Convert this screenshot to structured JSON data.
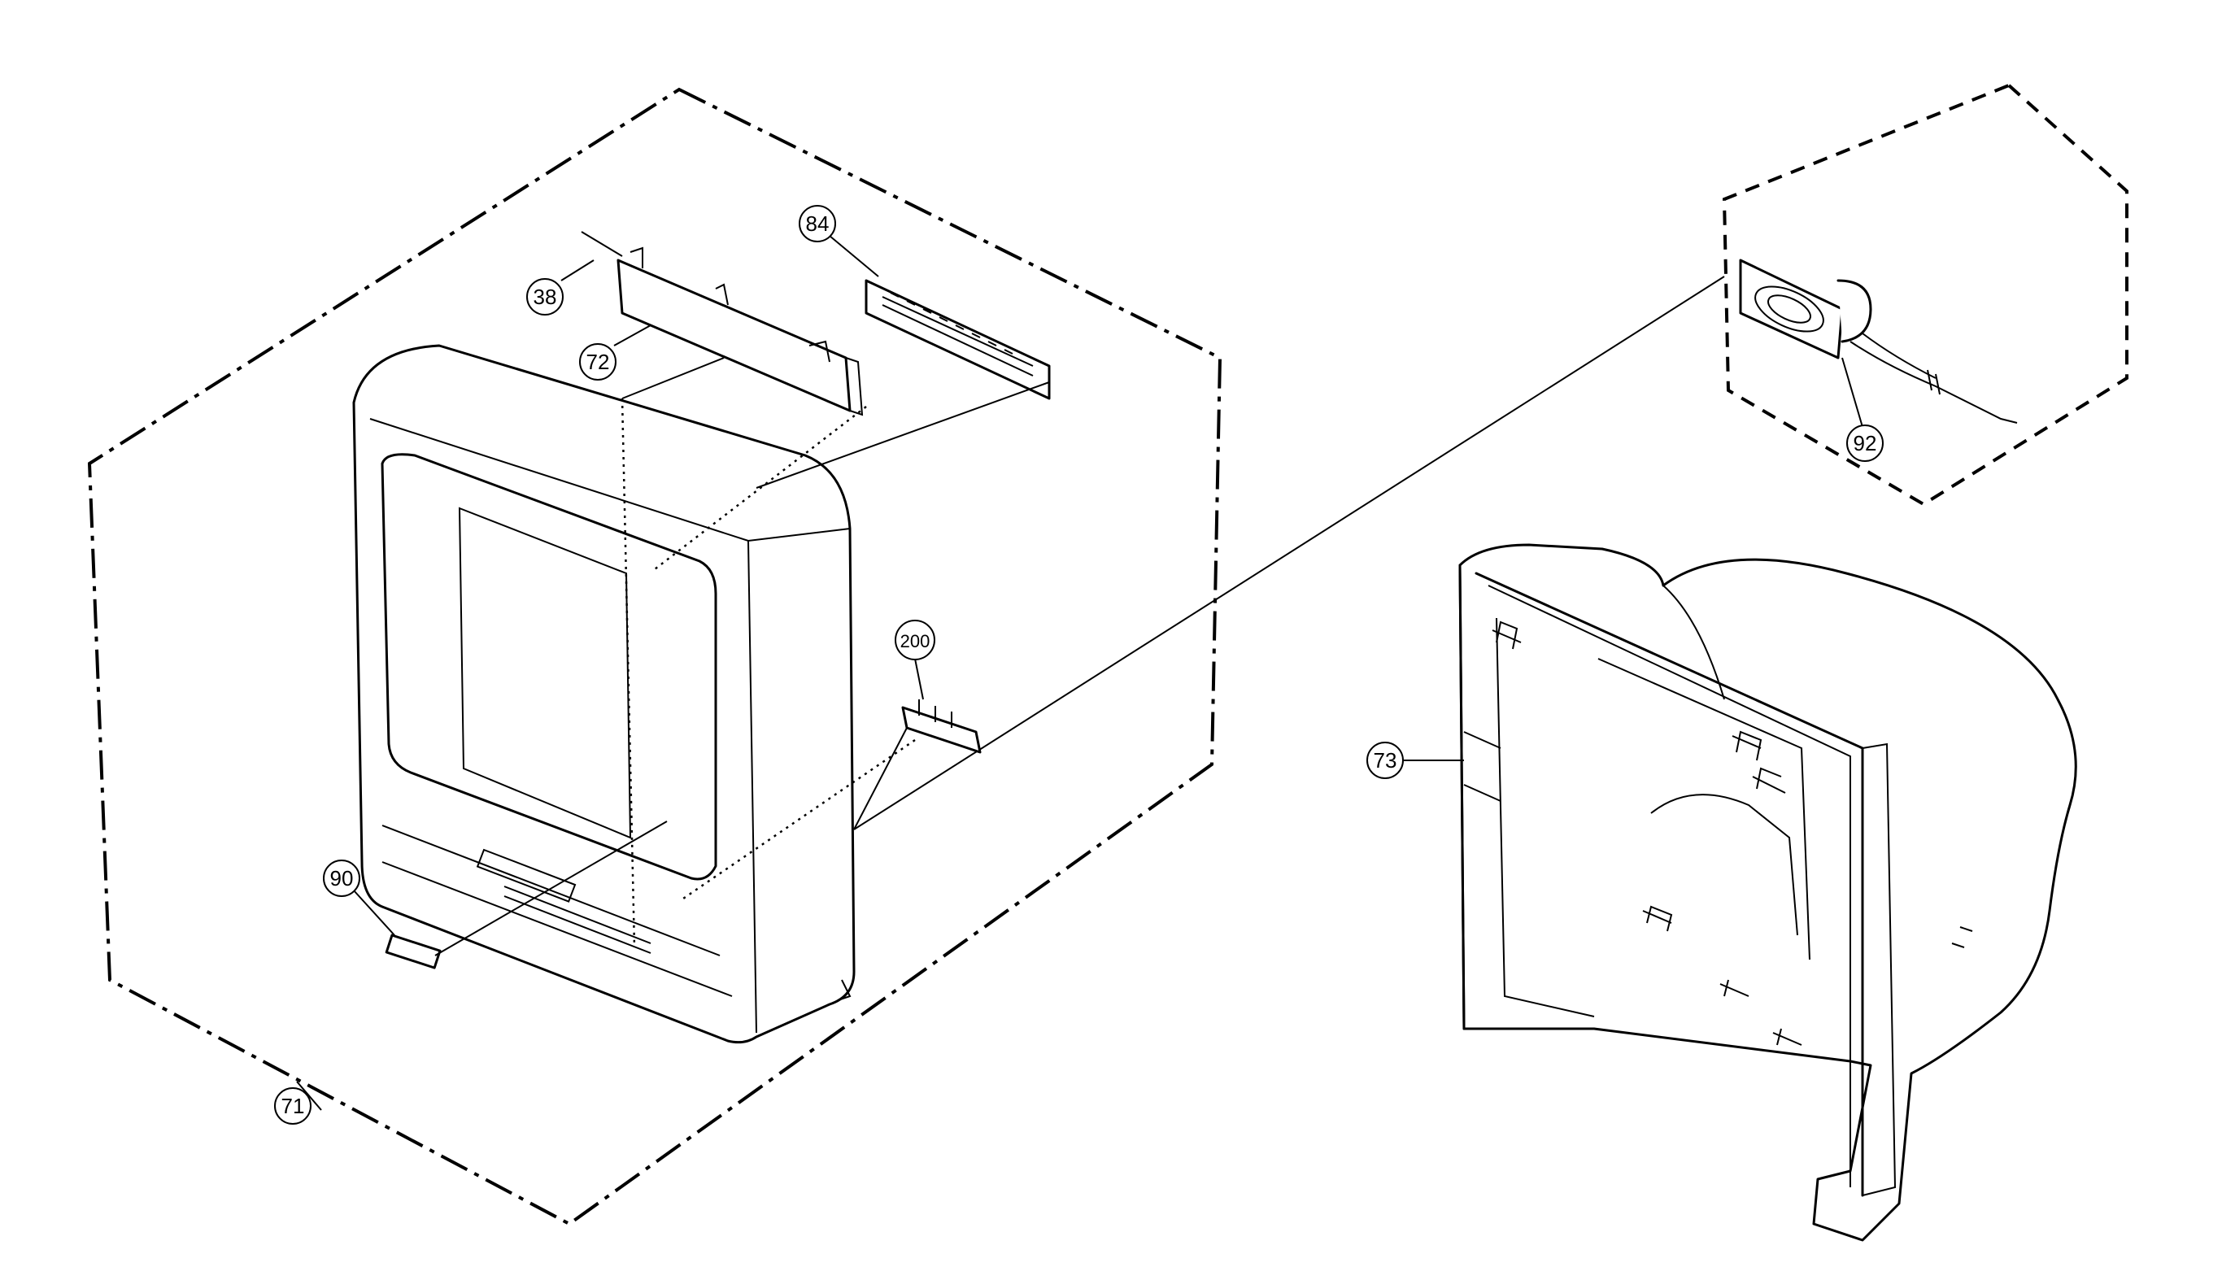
{
  "callouts": {
    "c38": "38",
    "c72": "72",
    "c84": "84",
    "c200": "200",
    "c90": "90",
    "c71": "71",
    "c73": "73",
    "c92": "92"
  },
  "colors": {
    "line": "#000000",
    "background": "#ffffff"
  }
}
